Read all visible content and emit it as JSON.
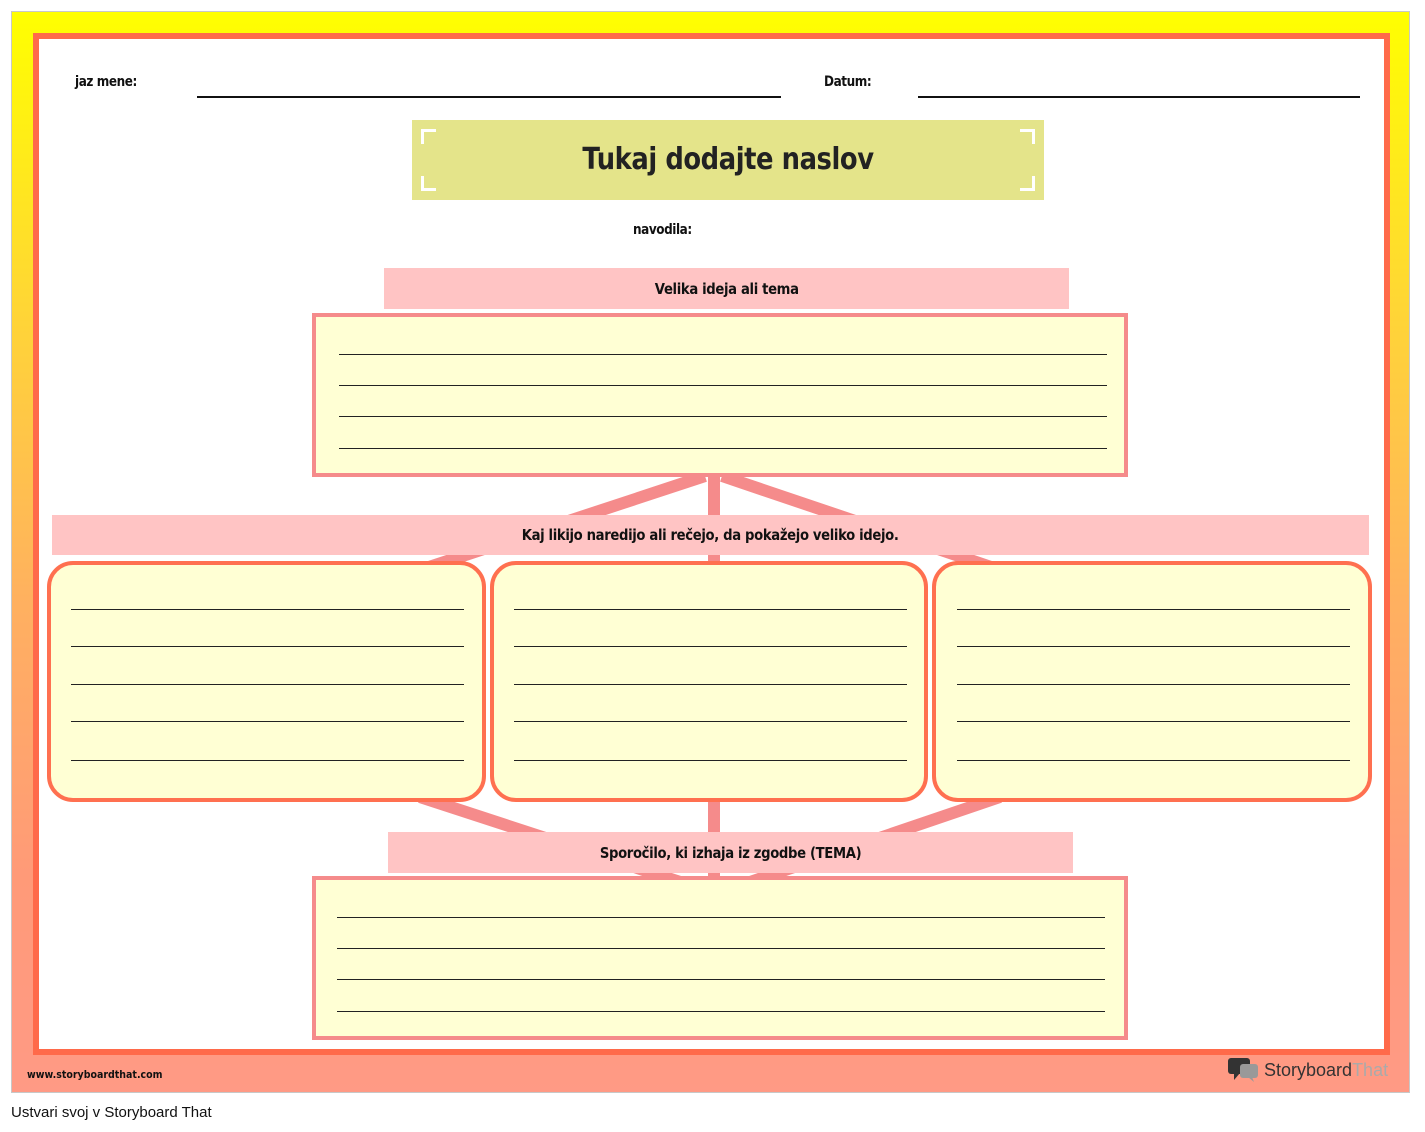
{
  "header": {
    "name_label": "jaz mene:",
    "date_label": "Datum:"
  },
  "title": "Tukaj dodajte naslov",
  "instructions_label": "navodila:",
  "sections": {
    "big_idea": "Velika ideja ali tema",
    "evidence": "Kaj likijo naredijo ali rečejo, da pokažejo veliko idejo.",
    "message": "Sporočilo, ki izhaja iz zgodbe (TEMA)"
  },
  "colors": {
    "frame_top": "#ffff00",
    "frame_bottom": "#ff9a85",
    "border": "#ff6a4a",
    "title_bg": "#e4e48a",
    "header_bg": "#ffc4c4",
    "box_bg": "#ffffd4",
    "connector": "#f58b8b"
  },
  "footer": {
    "url": "www.storyboardthat.com",
    "brand_a": "Storyboard",
    "brand_b": "That",
    "brand_icon": "storyboard-chat-icon"
  },
  "caption": "Ustvari svoj v Storyboard That"
}
